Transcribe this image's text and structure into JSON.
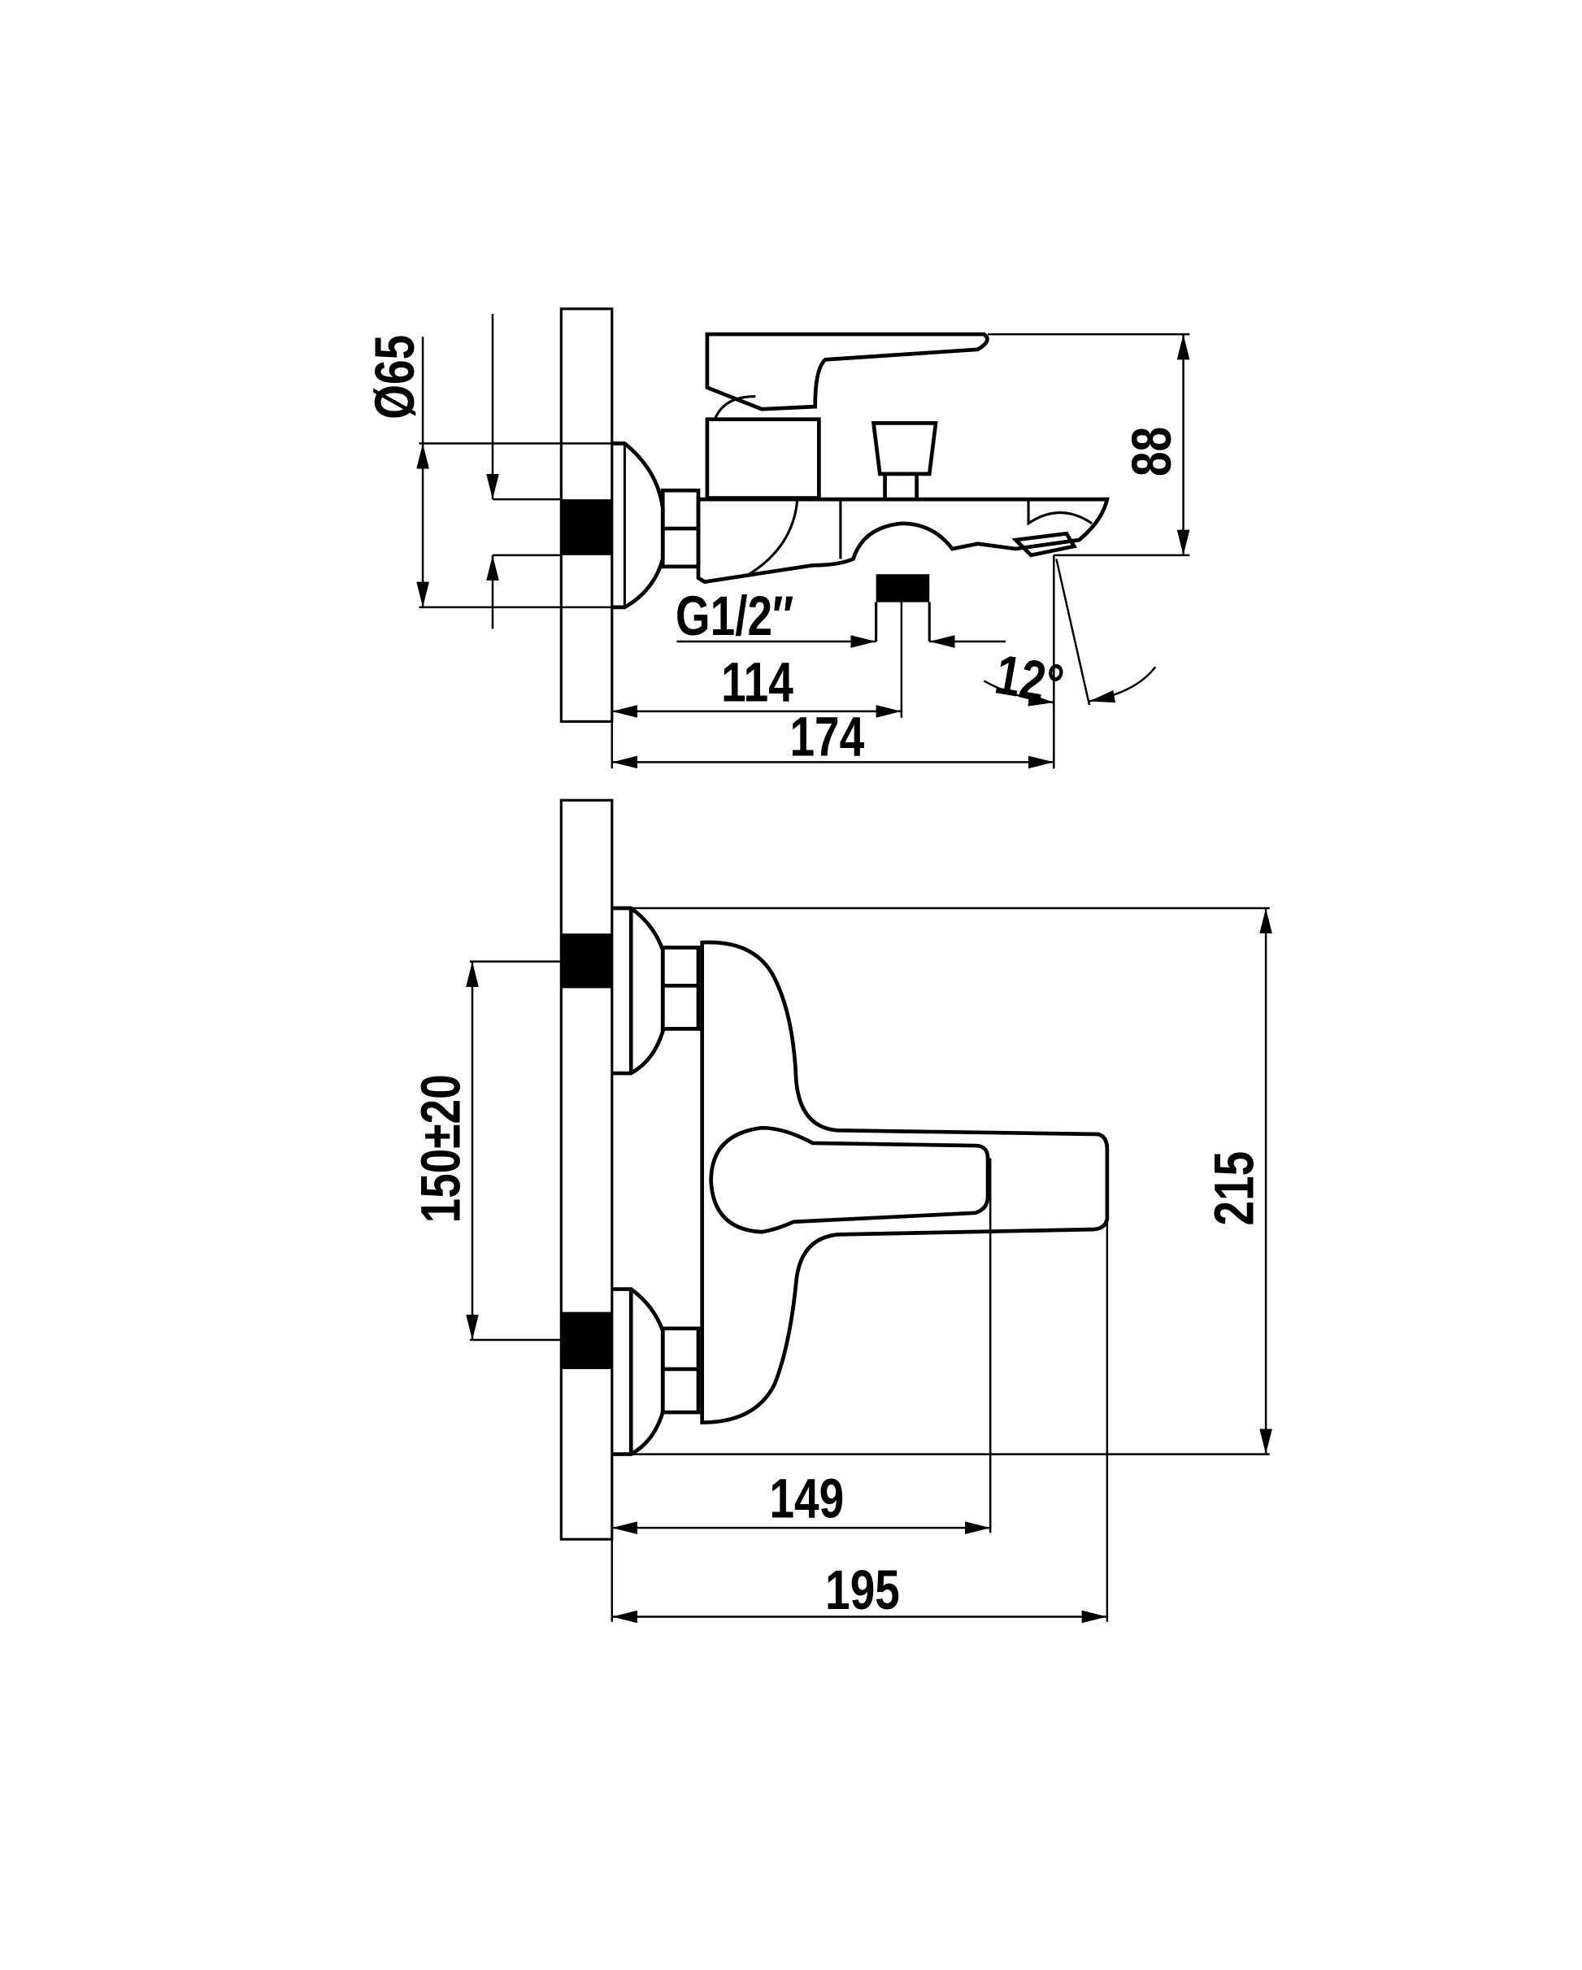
{
  "side_view": {
    "diameter_label": "Ø65",
    "height_label": "88",
    "thread_label": "G1/2″",
    "outlet_distance_label": "114",
    "spout_reach_label": "174",
    "angle_label": "12°"
  },
  "top_view": {
    "centers_label": "150±20",
    "total_height_label": "215",
    "lever_depth_label": "149",
    "total_depth_label": "195"
  },
  "colors": {
    "line": "#000000",
    "background": "#ffffff"
  }
}
